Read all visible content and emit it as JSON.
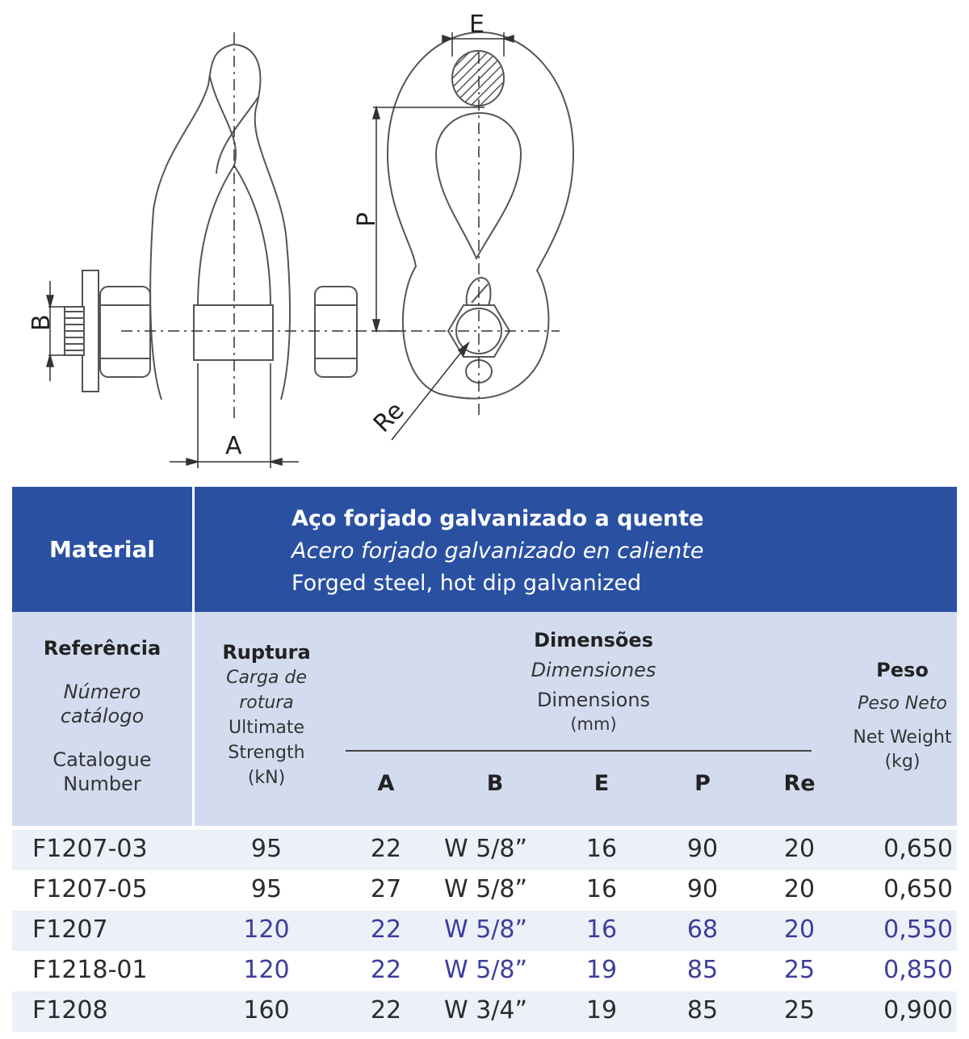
{
  "drawing": {
    "dimension_labels": {
      "a": "A",
      "b": "B",
      "e": "E",
      "p": "P",
      "re": "Re"
    }
  },
  "material": {
    "label": "Material",
    "pt": "Aço forjado galvanizado a quente",
    "es": "Acero forjado galvanizado en caliente",
    "en": "Forged steel, hot dip galvanized"
  },
  "headers": {
    "referencia": {
      "pt": "Referência",
      "es_line1": "Número",
      "es_line2": "catálogo",
      "en_line1": "Catalogue",
      "en_line2": "Number"
    },
    "ruptura": {
      "pt": "Ruptura",
      "es_line1": "Carga de",
      "es_line2": "rotura",
      "en_line1": "Ultimate",
      "en_line2": "Strength",
      "unit": "(kN)"
    },
    "dimensoes": {
      "pt": "Dimensões",
      "es": "Dimensiones",
      "en": "Dimensions",
      "unit": "(mm)"
    },
    "peso": {
      "pt": "Peso",
      "es": "Peso Neto",
      "en": "Net Weight",
      "unit": "(kg)"
    },
    "dim_columns": [
      "A",
      "B",
      "E",
      "P",
      "Re"
    ]
  },
  "rows": [
    {
      "ref": "F1207-03",
      "ruptura": "95",
      "a": "22",
      "b": "W 5/8”",
      "e": "16",
      "p": "90",
      "re": "20",
      "peso": "0,650"
    },
    {
      "ref": "F1207-05",
      "ruptura": "95",
      "a": "27",
      "b": "W 5/8”",
      "e": "16",
      "p": "90",
      "re": "20",
      "peso": "0,650"
    },
    {
      "ref": "F1207",
      "ruptura": "120",
      "a": "22",
      "b": "W 5/8”",
      "e": "16",
      "p": "68",
      "re": "20",
      "peso": "0,550"
    },
    {
      "ref": "F1218-01",
      "ruptura": "120",
      "a": "22",
      "b": "W 5/8”",
      "e": "19",
      "p": "85",
      "re": "25",
      "peso": "0,850"
    },
    {
      "ref": "F1208",
      "ruptura": "160",
      "a": "22",
      "b": "W 3/4”",
      "e": "19",
      "p": "85",
      "re": "25",
      "peso": "0,900"
    }
  ],
  "colors": {
    "header_band": "#2a50a2",
    "subheader_band": "#d3dcef",
    "highlight_text": "#3d3e9a",
    "body_text": "#2b2b2b"
  }
}
